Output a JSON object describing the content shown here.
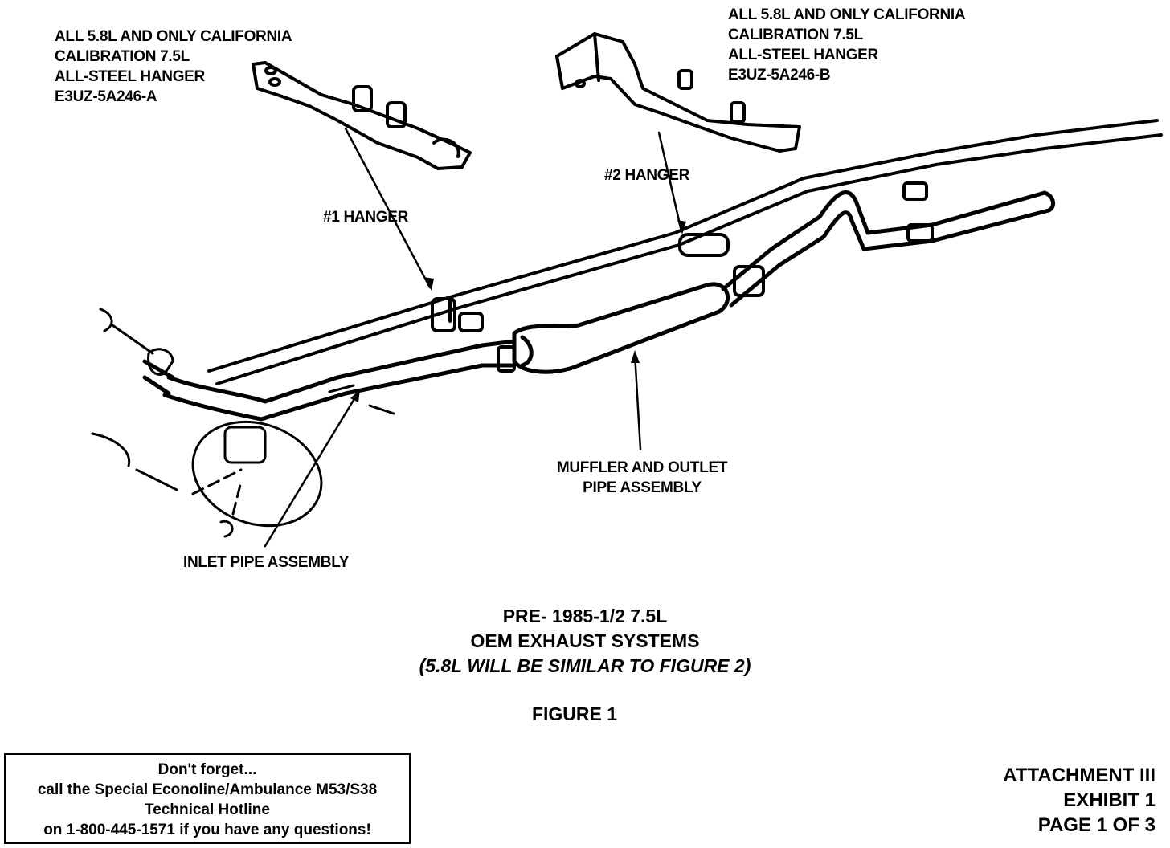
{
  "callouts": {
    "hanger_a": [
      "ALL 5.8L AND ONLY CALIFORNIA",
      "CALIBRATION 7.5L",
      "ALL-STEEL HANGER",
      "E3UZ-5A246-A"
    ],
    "hanger_b": [
      "ALL 5.8L AND ONLY CALIFORNIA",
      "CALIBRATION 7.5L",
      "ALL-STEEL HANGER",
      "E3UZ-5A246-B"
    ],
    "hanger1": "#1 HANGER",
    "hanger2": "#2 HANGER",
    "muffler": [
      "MUFFLER AND OUTLET",
      "PIPE ASSEMBLY"
    ],
    "inlet": "INLET PIPE ASSEMBLY"
  },
  "caption": {
    "line1": "PRE- 1985-1/2  7.5L",
    "line2": "OEM EXHAUST SYSTEMS",
    "line3": "(5.8L WILL BE SIMILAR TO FIGURE 2)",
    "figure": "FIGURE 1"
  },
  "hotline": [
    "Don't forget...",
    "call the Special Econoline/Ambulance M53/S38",
    "Technical Hotline",
    "on 1-800-445-1571 if you have any questions!"
  ],
  "attachment": [
    "ATTACHMENT III",
    "EXHIBIT 1",
    "PAGE 1 OF 3"
  ]
}
